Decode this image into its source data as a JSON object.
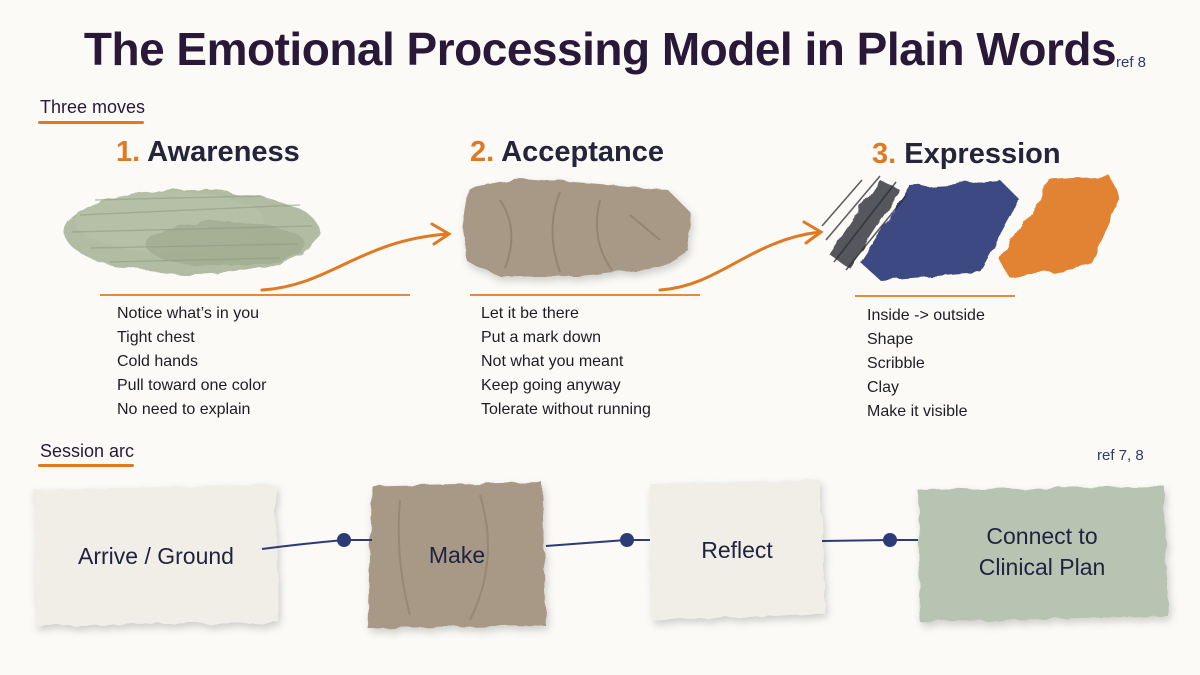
{
  "title": "The Emotional Processing Model in Plain Words",
  "refs": {
    "top": "ref 8",
    "arc": "ref 7, 8"
  },
  "sections": {
    "moves": "Three moves",
    "arc": "Session arc"
  },
  "steps": [
    {
      "num": "1.",
      "name": "Awareness",
      "texture": "green-pastel",
      "bullets": [
        "Notice what’s in you",
        "Tight chest",
        "Cold hands",
        "Pull toward one color",
        "No need to explain"
      ]
    },
    {
      "num": "2.",
      "name": "Acceptance",
      "texture": "clay",
      "bullets": [
        "Let it be there",
        "Put a mark down",
        "Not what you meant",
        "Keep going anyway",
        "Tolerate without running"
      ]
    },
    {
      "num": "3.",
      "name": "Expression",
      "texture": "scribble",
      "bullets": [
        "Inside -> outside",
        "Shape",
        "Scribble",
        "Clay",
        "Make it visible"
      ]
    }
  ],
  "arc": [
    {
      "label": "Arrive / Ground",
      "texture": "paper"
    },
    {
      "label": "Make",
      "texture": "clay"
    },
    {
      "label": "Reflect",
      "texture": "paper"
    },
    {
      "label": "Connect to\nClinical Plan",
      "texture": "green-paper"
    }
  ],
  "colors": {
    "accent_orange": "#e07a22",
    "navy": "#2d3a78",
    "sage": "#aab59a",
    "clay": "#a89886",
    "charcoal": "#3a3a42",
    "paper": "#f1eee7"
  }
}
